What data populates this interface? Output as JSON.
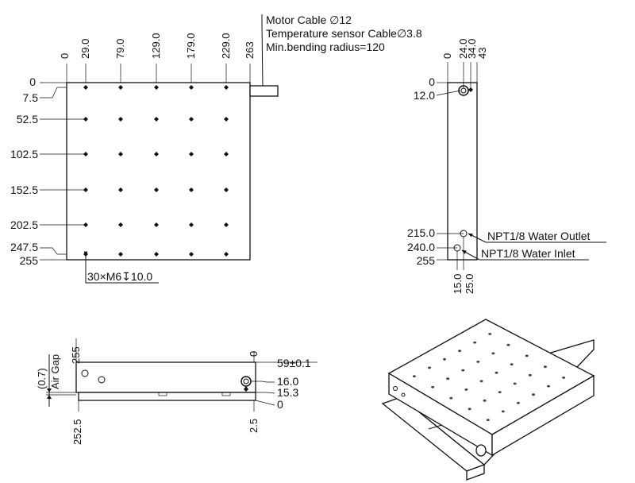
{
  "notes": {
    "motor_cable": "Motor Cable ∅12",
    "temp_sensor": "Temperature sensor Cable∅3.8",
    "bending_radius": "Min.bending radius=120"
  },
  "top_view": {
    "x_dims": [
      "0",
      "29.0",
      "79.0",
      "129.0",
      "179.0",
      "229.0",
      "263"
    ],
    "y_dims": [
      "0",
      "7.5",
      "52.5",
      "102.5",
      "152.5",
      "202.5",
      "247.5",
      "255"
    ],
    "hole_callout": "30×M6↧10.0"
  },
  "side_view": {
    "top_dims": [
      "24.0",
      "34.0",
      "43"
    ],
    "left_dims": [
      "0",
      "12.0",
      "215.0",
      "240.0",
      "255"
    ],
    "bottom_dims": [
      "15.0",
      "25.0"
    ],
    "water_outlet": "NPT1/8 Water Outlet",
    "water_inlet": "NPT1/8 Water Inlet"
  },
  "front_view": {
    "air_gap_value": "(0.7)",
    "air_gap_label": "Air Gap",
    "top_left_dim": "255",
    "top_right_dim": "0",
    "right_dims": [
      "59±0.1",
      "16.0",
      "15.3",
      "0"
    ],
    "bottom_dims": [
      "252.5",
      "2.5"
    ]
  }
}
